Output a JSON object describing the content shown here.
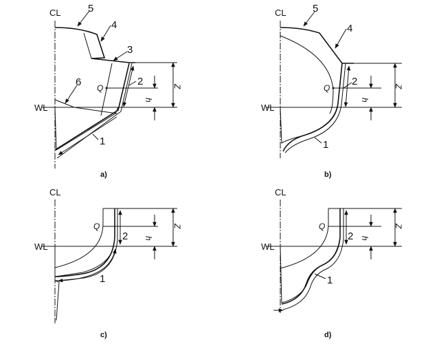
{
  "panels": {
    "a": {
      "caption": "a)",
      "cl": "CL",
      "wl": "WL",
      "q": "Q",
      "z": "Z",
      "h": "h",
      "labels": [
        "1",
        "2",
        "3",
        "4",
        "5",
        "6"
      ]
    },
    "b": {
      "caption": "b)",
      "cl": "CL",
      "wl": "WL",
      "q": "Q",
      "z": "Z",
      "h": "h",
      "labels": [
        "1",
        "2",
        "4",
        "5"
      ]
    },
    "c": {
      "caption": "c)",
      "cl": "CL",
      "wl": "WL",
      "q": "Q",
      "z": "Z",
      "h": "h",
      "labels": [
        "1",
        "2"
      ]
    },
    "d": {
      "caption": "d)",
      "cl": "CL",
      "wl": "WL",
      "q": "Q",
      "z": "Z",
      "h": "h",
      "labels": [
        "1",
        "2"
      ]
    }
  }
}
